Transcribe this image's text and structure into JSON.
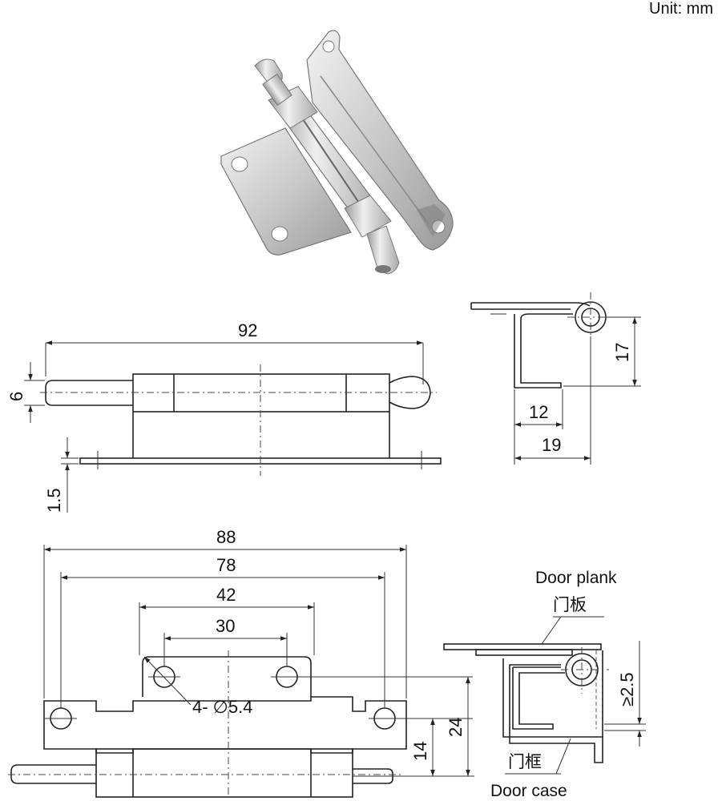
{
  "unit_label": "Unit: mm",
  "front_view": {
    "overall_length": "92",
    "pin_diameter": "6",
    "plate_thickness": "1.5"
  },
  "side_view": {
    "height": "17",
    "inner_width": "12",
    "outer_width": "19"
  },
  "plan_view": {
    "overall_length": "88",
    "hole_pitch_outer": "78",
    "knuckle_length": "42",
    "hole_pitch_inner": "30",
    "holes_note": "4- ∅5.4",
    "leaf_height": "24",
    "hole_offset": "14"
  },
  "installation": {
    "door_plank_en": "Door plank",
    "door_plank_zh": "门板",
    "clearance": "≥2.5",
    "door_case_zh": "门框",
    "door_case_en": "Door case"
  },
  "colors": {
    "line": "#222222",
    "metal_light": "#dcdcdc",
    "metal_dark": "#8d8d8d"
  }
}
